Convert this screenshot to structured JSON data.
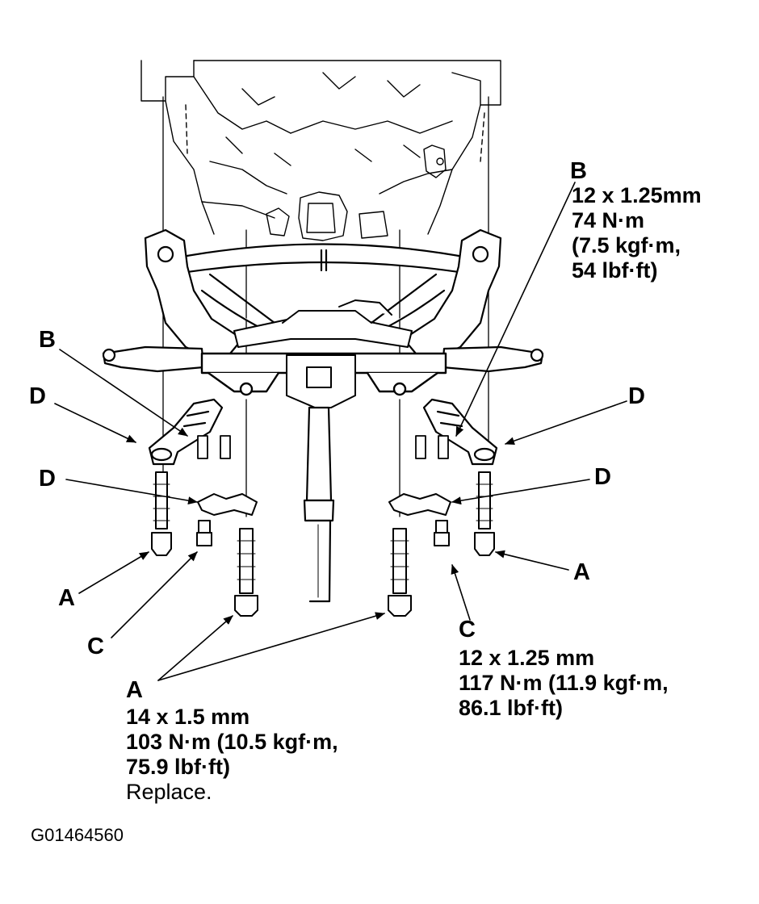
{
  "labels": {
    "b_top_right": "B",
    "b_left": "B",
    "d_left_upper": "D",
    "d_left_lower": "D",
    "d_right_upper": "D",
    "d_right_lower": "D",
    "a_left": "A",
    "a_right": "A",
    "a_bottom": "A",
    "c_left": "C",
    "c_right": "C"
  },
  "specs": {
    "b": {
      "size": "12 x 1.25mm",
      "torque_line1": "74 N·m",
      "torque_line2": "(7.5 kgf·m,",
      "torque_line3": "54 lbf·ft)"
    },
    "c": {
      "size": "12 x 1.25 mm",
      "torque_line1": "117 N·m (11.9 kgf·m,",
      "torque_line2": "86.1 lbf·ft)"
    },
    "a": {
      "size": "14 x 1.5 mm",
      "torque_line1": "103 N·m (10.5 kgf·m,",
      "torque_line2": "75.9 lbf·ft)",
      "note": "Replace."
    }
  },
  "figure_code": "G01464560"
}
